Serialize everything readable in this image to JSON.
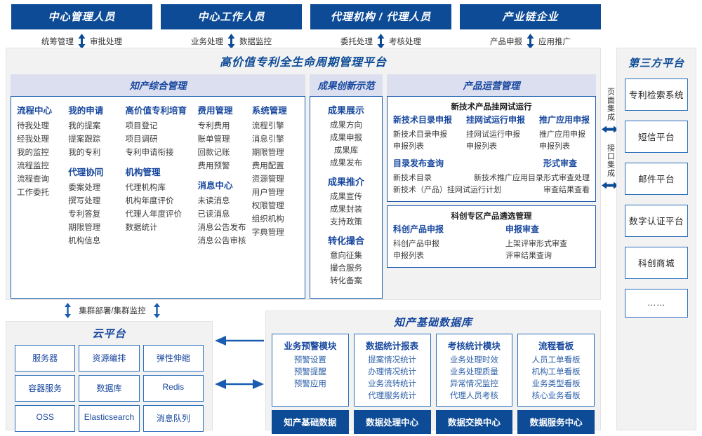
{
  "colors": {
    "brand": "#0d4b96",
    "accent": "#17479e",
    "panel_bg": "#f2f2f2",
    "group_hdr_bg": "#dcdff0",
    "border": "#2a6ebb"
  },
  "actors": [
    {
      "title": "中心管理人员",
      "left": "统筹管理",
      "right": "审批处理"
    },
    {
      "title": "中心工作人员",
      "left": "业务处理",
      "right": "数据监控"
    },
    {
      "title": "代理机构 / 代理人员",
      "left": "委托处理",
      "right": "考核处理"
    },
    {
      "title": "产业链企业",
      "left": "产品申报",
      "right": "应用推广"
    }
  ],
  "platform": {
    "title": "高价值专利全生命周期管理平台",
    "groups": [
      {
        "title": "知产综合管理",
        "columns": [
          {
            "blocks": [
              {
                "header": "流程中心",
                "items": [
                  "待我处理",
                  "经我处理",
                  "我的监控",
                  "流程监控",
                  "流程查询",
                  "工作委托"
                ]
              }
            ]
          },
          {
            "blocks": [
              {
                "header": "我的申请",
                "items": [
                  "我的提案",
                  "提案跟踪",
                  "我的专利"
                ]
              },
              {
                "header": "代理协同",
                "items": [
                  "委案处理",
                  "撰写处理",
                  "专利答复",
                  "期限管理",
                  "机构信息"
                ]
              }
            ]
          },
          {
            "blocks": [
              {
                "header": "高价值专利培育",
                "items": [
                  "项目登记",
                  "项目调研",
                  "专利申请衔接"
                ]
              },
              {
                "header": "机构管理",
                "items": [
                  "代理机构库",
                  "机构年度评价",
                  "代理人年度评价",
                  "数据统计"
                ]
              }
            ]
          },
          {
            "blocks": [
              {
                "header": "费用管理",
                "items": [
                  "专利费用",
                  "账单管理",
                  "回款记账",
                  "费用预警"
                ]
              },
              {
                "header": "消息中心",
                "items": [
                  "未读消息",
                  "已读消息",
                  "消息公告发布",
                  "消息公告审核"
                ]
              }
            ]
          },
          {
            "blocks": [
              {
                "header": "系统管理",
                "items": [
                  "流程引擎",
                  "消息引擎",
                  "期限管理",
                  "费用配置",
                  "资源管理",
                  "用户管理",
                  "权限管理",
                  "组织机构",
                  "字典管理"
                ]
              }
            ]
          }
        ]
      },
      {
        "title": "成果创新示范",
        "blocks": [
          {
            "header": "成果展示",
            "items": [
              "成果方向",
              "成果申报",
              "成果库",
              "成果发布"
            ]
          },
          {
            "header": "成果推介",
            "items": [
              "成果宣传",
              "成果封装",
              "支持政策"
            ]
          },
          {
            "header": "转化撮合",
            "items": [
              "意向征集",
              "撮合服务",
              "转化备案"
            ]
          }
        ]
      },
      {
        "title": "产品运营管理",
        "subpanels": [
          {
            "title": "新技术产品挂网试运行",
            "row1": [
              {
                "header": "新技术目录申报",
                "items": [
                  "新技术目录申报",
                  "申报列表"
                ]
              },
              {
                "header": "挂网试运行申报",
                "items": [
                  "挂网试运行申报",
                  "申报列表"
                ]
              },
              {
                "header": "推广应用申报",
                "items": [
                  "推广应用申报",
                  "申报列表"
                ]
              }
            ],
            "row2_left": {
              "header": "目录发布查询",
              "line1_a": "新技术目录",
              "line1_b": "新技术推广应用目录",
              "line2": "新技术（产品）挂网试运行计划"
            },
            "row2_right": {
              "header": "形式审查",
              "items": [
                "形式审查处理",
                "审查结果查看"
              ]
            }
          },
          {
            "title": "科创专区产品遴选管理",
            "row1": [
              {
                "header": "科创产品申报",
                "items": [
                  "科创产品申报",
                  "申报列表"
                ]
              },
              {
                "header": "申报审查",
                "items": [
                  "上架评审形式审查",
                  "评审结果查询"
                ]
              }
            ]
          }
        ]
      }
    ]
  },
  "integration": {
    "top_label": "页面集成",
    "bottom_label": "接口集成"
  },
  "third_party": {
    "title": "第三方平台",
    "items": [
      "专利检索系统",
      "短信平台",
      "邮件平台",
      "数字认证平台",
      "科创商城",
      "……"
    ]
  },
  "cluster_label": "集群部署/集群监控",
  "cloud": {
    "title": "云平台",
    "cells": [
      "服务器",
      "资源编排",
      "弹性伸缩",
      "容器服务",
      "数据库",
      "Redis",
      "OSS",
      "Elasticsearch",
      "消息队列"
    ]
  },
  "knowledge_db": {
    "title": "知产基础数据库",
    "columns": [
      {
        "header": "业务预警模块",
        "items": [
          "预警设置",
          "预警提醒",
          "预警应用"
        ],
        "footer": "知产基础数据"
      },
      {
        "header": "数据统计报表",
        "items": [
          "提案情况统计",
          "办理情况统计",
          "业务流转统计",
          "代理服务统计"
        ],
        "footer": "数据处理中心"
      },
      {
        "header": "考核统计模块",
        "items": [
          "业务处理时效",
          "业务处理质量",
          "异常情况监控",
          "代理人员考核"
        ],
        "footer": "数据交换中心"
      },
      {
        "header": "流程看板",
        "items": [
          "人员工单看板",
          "机构工单看板",
          "业务类型看板",
          "核心业务看板"
        ],
        "footer": "数据服务中心"
      }
    ]
  }
}
